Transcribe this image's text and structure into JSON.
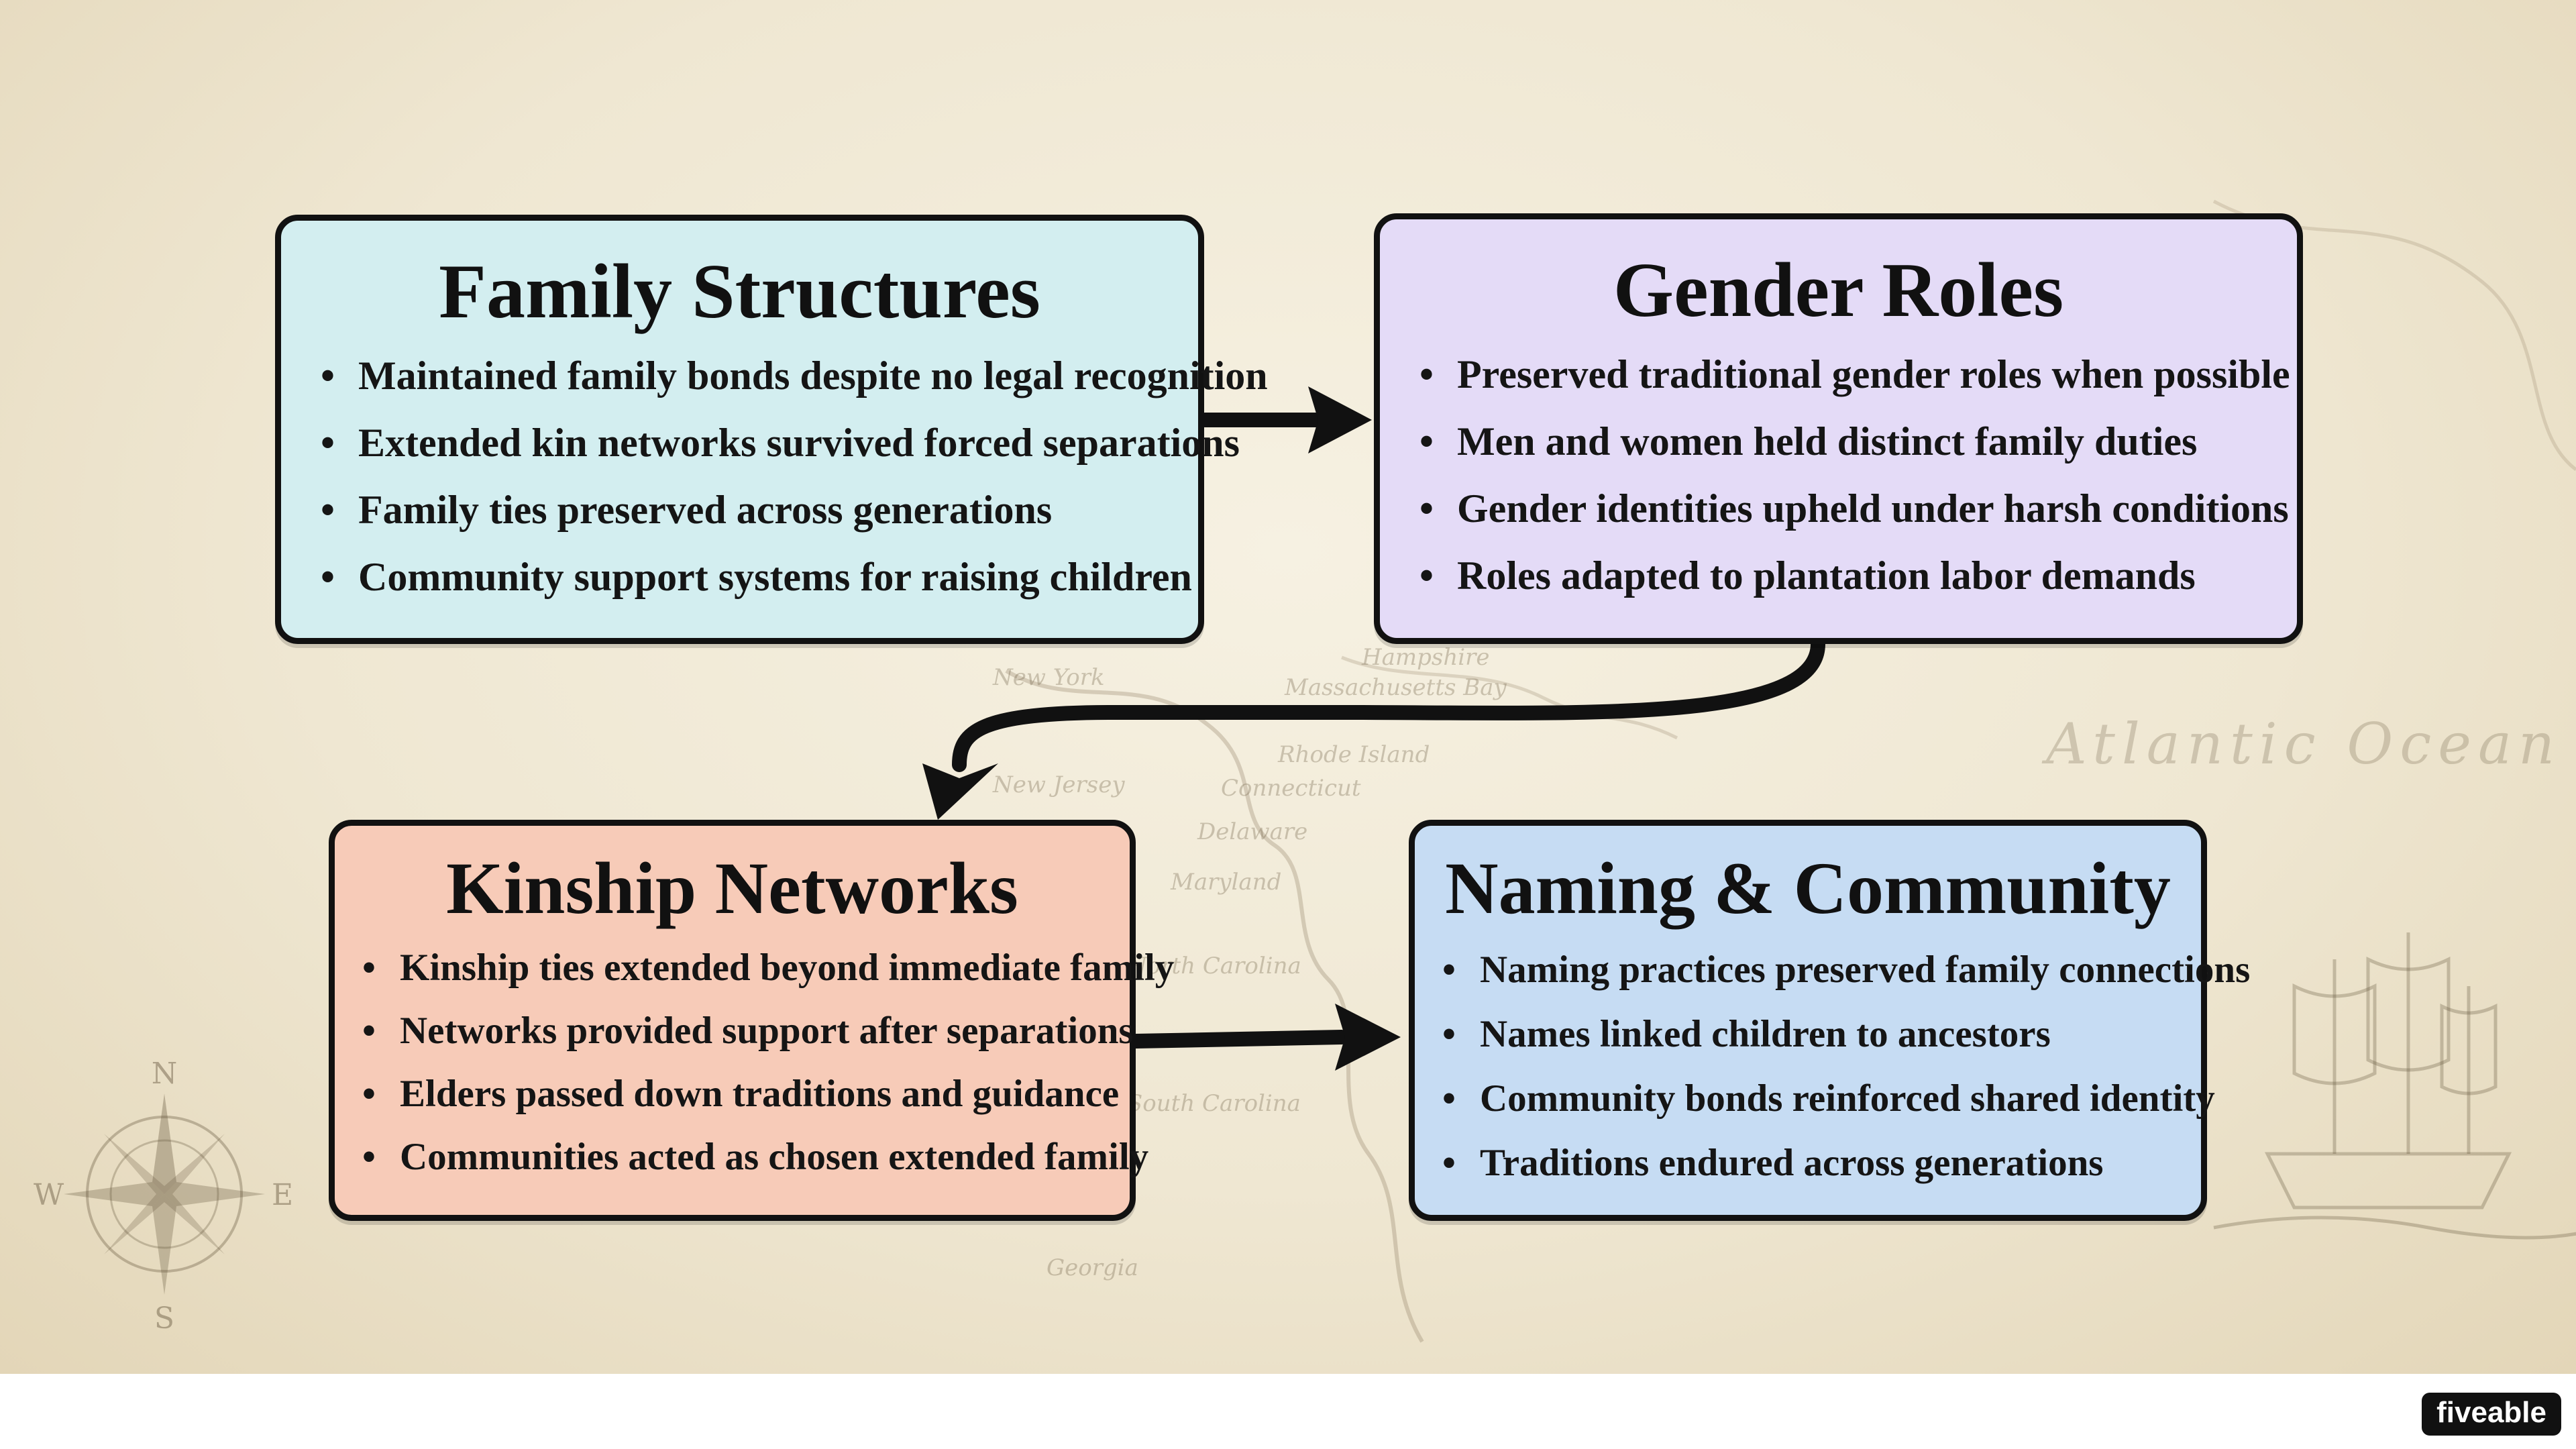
{
  "background": {
    "ocean_label": "Atlantic Ocean",
    "map_labels": [
      "New York",
      "Massachusetts Bay",
      "Hampshire",
      "Rhode Island",
      "New Jersey",
      "Connecticut",
      "Delaware",
      "Maryland",
      "North Carolina",
      "South Carolina",
      "Georgia"
    ],
    "compass": {
      "n": "N",
      "e": "E",
      "s": "S",
      "w": "W"
    }
  },
  "boxes": {
    "family": {
      "title": "Family Structures",
      "color": "#d3eef0",
      "items": [
        "Maintained family bonds despite no legal recognition",
        "Extended kin networks survived forced separations",
        "Family ties preserved across generations",
        "Community support systems for raising children"
      ]
    },
    "gender": {
      "title": "Gender Roles",
      "color": "#e4dbf7",
      "items": [
        "Preserved traditional gender roles when possible",
        "Men and women held distinct family duties",
        "Gender identities upheld under harsh conditions",
        "Roles adapted to plantation labor demands"
      ]
    },
    "kinship": {
      "title": "Kinship Networks",
      "color": "#f7cbb8",
      "items": [
        "Kinship ties extended beyond immediate family",
        "Networks provided support after separations",
        "Elders passed down traditions and guidance",
        "Communities acted as chosen extended family"
      ]
    },
    "naming": {
      "title": "Naming & Community",
      "color": "#c6dcf3",
      "items": [
        "Naming practices preserved family connections",
        "Names linked children to ancestors",
        "Community bonds reinforced shared identity",
        "Traditions endured across generations"
      ]
    }
  },
  "footer": {
    "logo_text": "fiveable"
  }
}
